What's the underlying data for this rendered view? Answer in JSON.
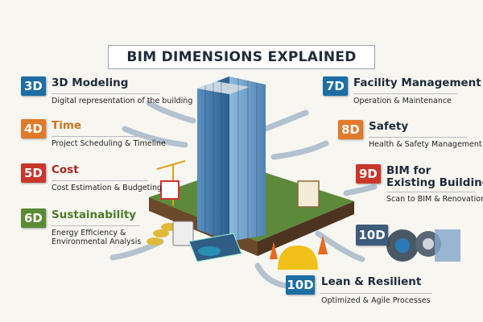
{
  "title": "BIM DIMENSIONS EXPLAINED",
  "colors": {
    "blue": "#1c6ea4",
    "orange": "#e17a2a",
    "red": "#c9362b",
    "green": "#5b8b35",
    "slate": "#3e5b7c"
  },
  "left_items": [
    {
      "badge": "3D",
      "title": "3D Modeling",
      "subtitle": "Digital representation of the building"
    },
    {
      "badge": "4D",
      "title": "Time",
      "subtitle": "Project Scheduling & Timeline"
    },
    {
      "badge": "5D",
      "title": "Cost",
      "subtitle": "Cost Estimation & Budgeting"
    },
    {
      "badge": "6D",
      "title": "Sustainability",
      "subtitle": "Energy Efficiency &",
      "subtitle2": "Environmental Analysis"
    }
  ],
  "right_items": [
    {
      "badge": "7D",
      "title": "Facility Management",
      "subtitle": "Operation & Maintenance"
    },
    {
      "badge": "8D",
      "title": "Safety",
      "subtitle": "Health & Safety Management"
    },
    {
      "badge": "9D",
      "title": "BIM for",
      "title2": "Existing Buildings",
      "subtitle": "Scan to BIM & Renovation"
    },
    {
      "badge": "10D"
    }
  ],
  "bottom_item": {
    "badge": "10D",
    "title": "Lean & Resilient",
    "subtitle": "Optimized & Agile Processes"
  }
}
